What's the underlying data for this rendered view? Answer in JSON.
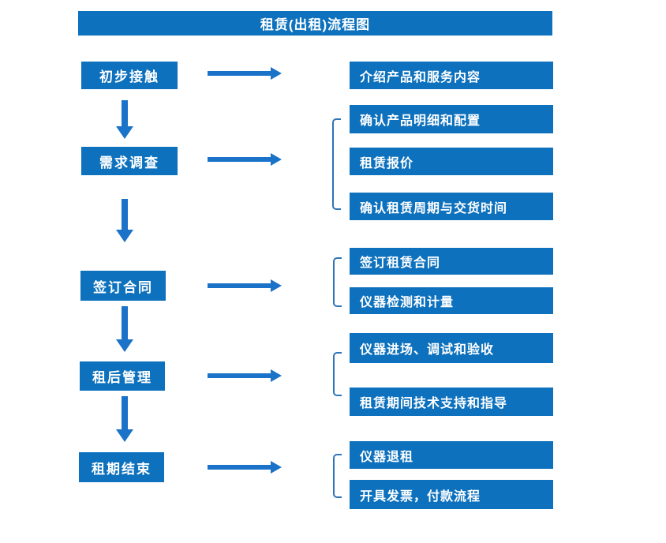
{
  "title": "租赁(出租)流程图",
  "colors": {
    "box_blue": "#0d71bd",
    "arrow_blue": "#1a73c8",
    "bracket_blue": "#2e75b6",
    "text": "#ffffff"
  },
  "steps": [
    {
      "label": "初步接触",
      "details": [
        "介绍产品和服务内容"
      ]
    },
    {
      "label": "需求调查",
      "details": [
        "确认产品明细和配置",
        "租赁报价",
        "确认租赁周期与交货时间"
      ]
    },
    {
      "label": "签订合同",
      "details": [
        "签订租赁合同",
        "仪器检测和计量"
      ]
    },
    {
      "label": "租后管理",
      "details": [
        "仪器进场、调试和验收",
        "租赁期间技术支持和指导"
      ]
    },
    {
      "label": "租期结束",
      "details": [
        "仪器退租",
        "开具发票，付款流程"
      ]
    }
  ]
}
